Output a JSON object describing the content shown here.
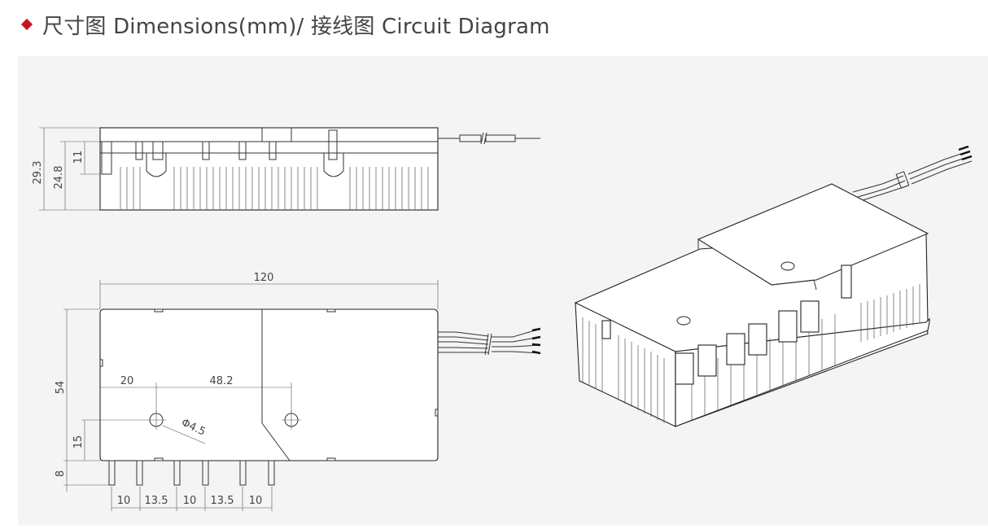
{
  "header": {
    "title": "尺寸图 Dimensions(mm)/ 接线图 Circuit Diagram",
    "bullet_color": "#c4161c"
  },
  "dims": {
    "side_height_total": "29.3",
    "side_height_body": "24.8",
    "side_height_top": "11",
    "length": "120",
    "width": "54",
    "hole_x": "20",
    "hole_spacing": "48.2",
    "hole_y": "15",
    "hole_dia": "Φ4.5",
    "pin_length": "8",
    "pin_gap_1": "10",
    "pin_gap_2": "13.5",
    "pin_gap_3": "10",
    "pin_gap_4": "13.5",
    "pin_gap_5": "10"
  }
}
